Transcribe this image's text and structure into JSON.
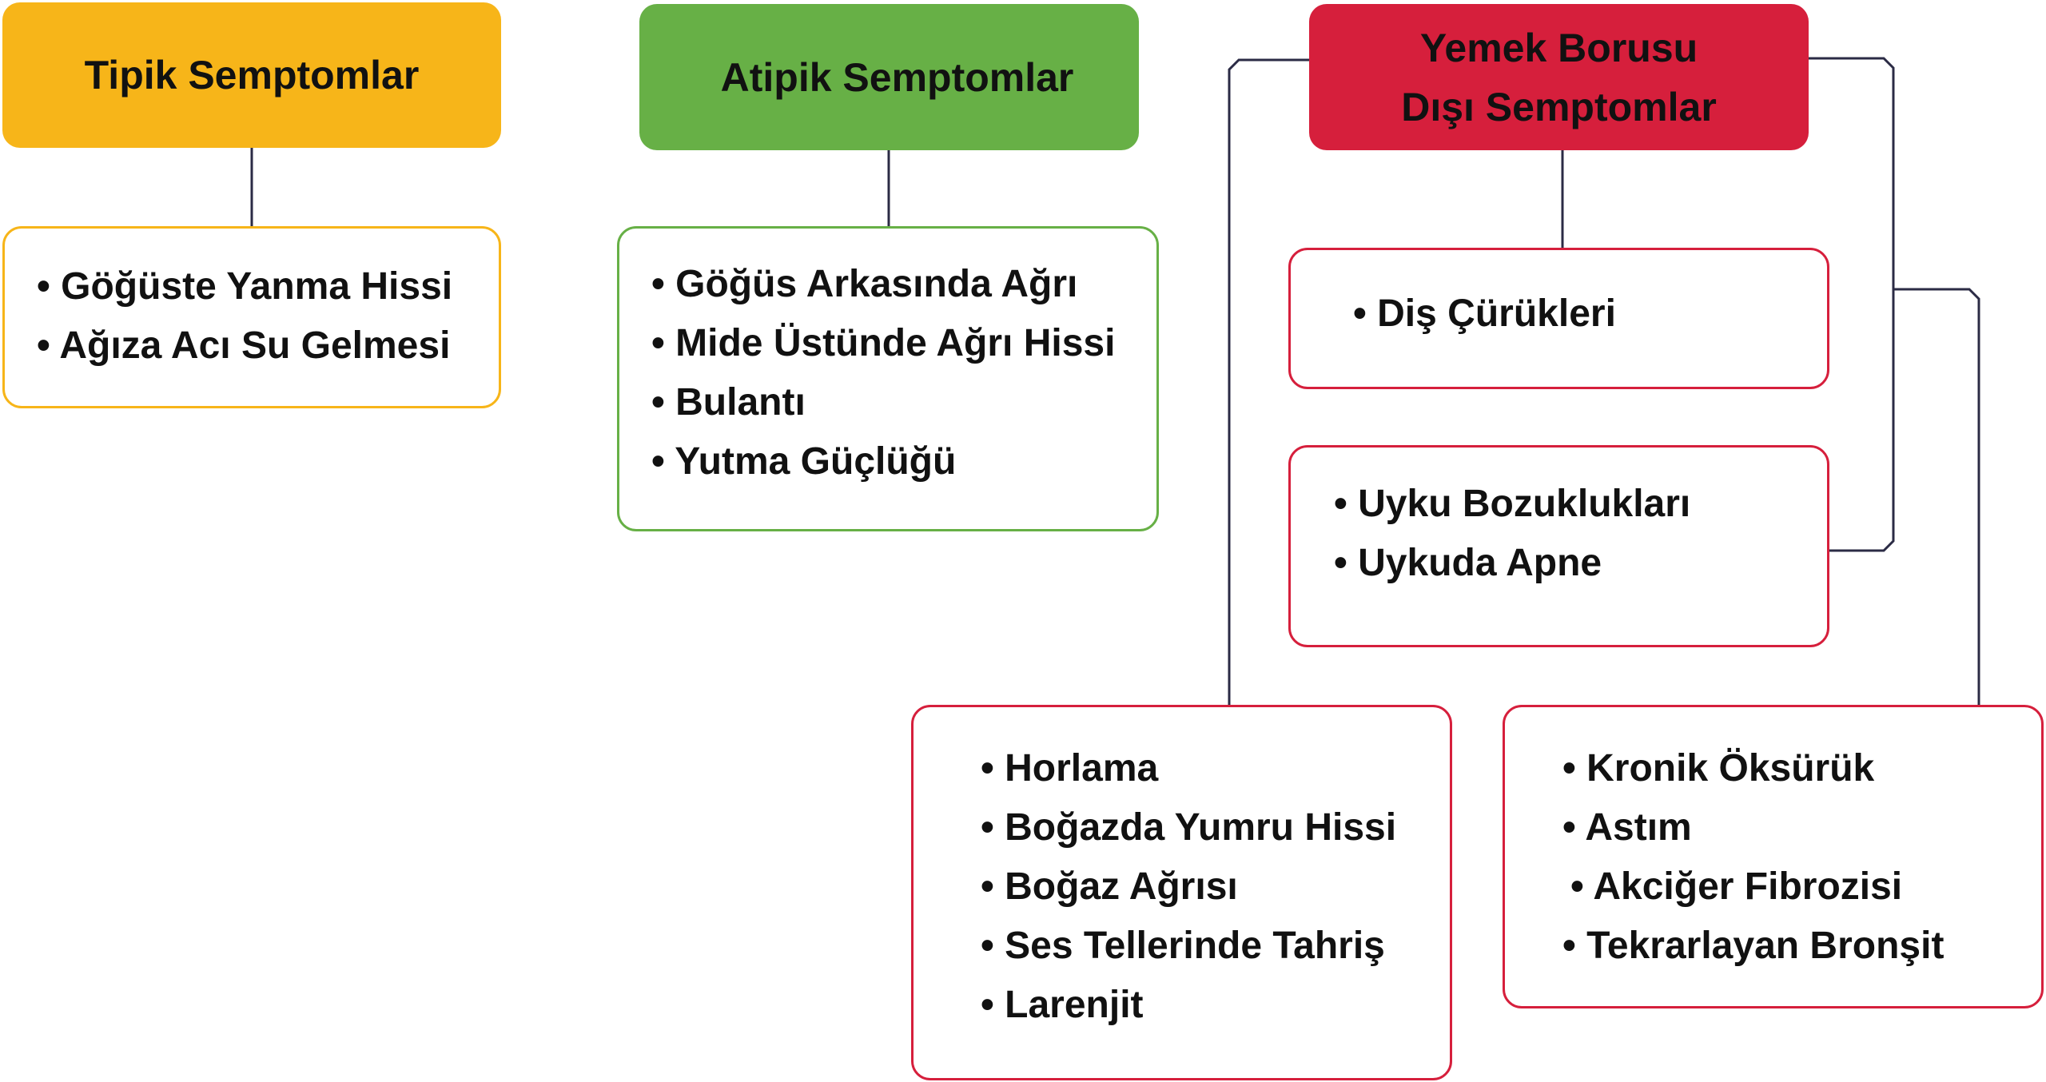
{
  "colors": {
    "typical": "#F7B519",
    "atypical": "#67B046",
    "extra": "#D61F3C",
    "connector": "#2B2B45"
  },
  "groups": [
    {
      "title": "Tipik Semptomlar",
      "items": [
        "Göğüste Yanma Hissi",
        "Ağıza Acı Su Gelmesi"
      ]
    },
    {
      "title": "Atipik Semptomlar",
      "items": [
        "Göğüs Arkasında Ağrı",
        "Mide Üstünde Ağrı Hissi",
        "Bulantı",
        "Yutma Güçlüğü"
      ]
    },
    {
      "title_line1": "Yemek Borusu",
      "title_line2": "Dışı Semptomlar",
      "subgroups": [
        {
          "items": [
            "Diş Çürükleri"
          ]
        },
        {
          "items": [
            "Uyku Bozuklukları",
            "Uykuda Apne"
          ]
        },
        {
          "items": [
            "Horlama",
            "Boğazda Yumru Hissi",
            "Boğaz Ağrısı",
            "Ses Tellerinde Tahriş",
            "Larenjit"
          ]
        },
        {
          "items": [
            "Kronik Öksürük",
            "Astım",
            "Akciğer Fibrozisi",
            "Tekrarlayan Bronşit"
          ]
        }
      ]
    }
  ]
}
